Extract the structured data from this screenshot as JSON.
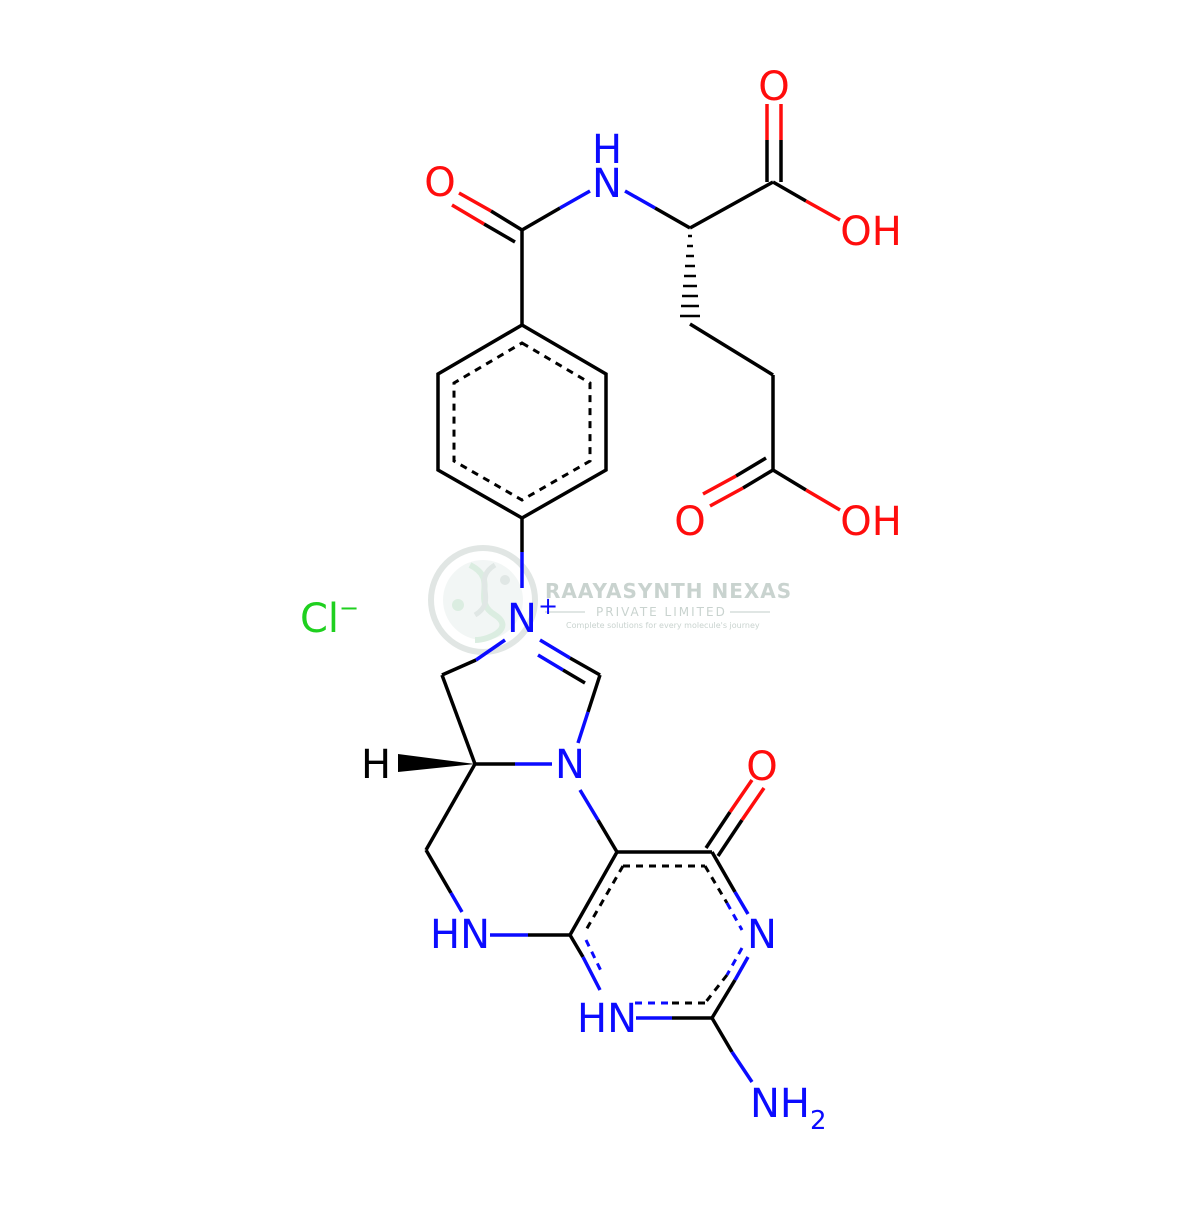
{
  "colors": {
    "bond": "#000000",
    "nitrogen": "#0b0bff",
    "oxygen": "#ff0d0d",
    "chlorine": "#1fd01f",
    "watermark": "#c9d3cf"
  },
  "watermark": {
    "title": "RAAYASYNTH NEXAS",
    "subtitle": "PRIVATE LIMITED",
    "tagline": "Complete solutions for every molecule's journey"
  },
  "atoms": {
    "o_amide": "O",
    "n_amide": "N",
    "h_amide": "H",
    "o_acid1_carbonyl": "O",
    "oh_acid1": "OH",
    "o_acid2_carbonyl": "O",
    "oh_acid2": "OH",
    "chloride": "Cl",
    "chloride_charge": "−",
    "n_plus": "N",
    "n_plus_charge": "+",
    "h_stereo": "H",
    "n_ring": "N",
    "o_ketone": "O",
    "n_pyrimidine": "N",
    "hn_piperazine": "HN",
    "hn_pyrimidine": "HN",
    "nh2_main": "NH",
    "nh2_sub": "2"
  }
}
